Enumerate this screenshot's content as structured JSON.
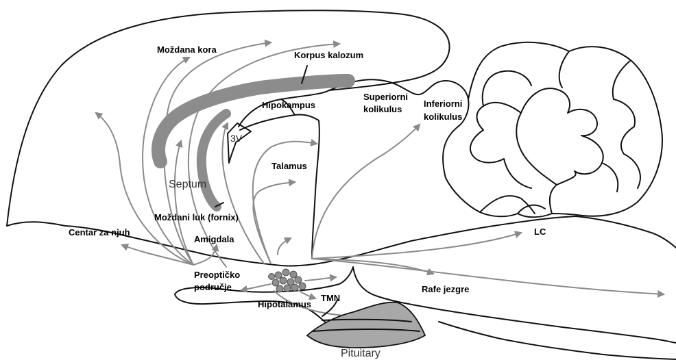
{
  "colors": {
    "outline": "#111111",
    "projection": "#8a8a8a",
    "tract": "#8c8c8c",
    "cell": "#8f8f8f",
    "pituitary": "#a8a8a8"
  },
  "labels": {
    "mozdana_kora": "Moždana kora",
    "korpus_kalozum": "Korpus kalozum",
    "hipokampus": "Hipokampus",
    "superiorni_1": "Superiorni",
    "superiorni_2": "kolikulus",
    "inferiorni_1": "Inferiorni",
    "inferiorni_2": "kolikulus",
    "treca_komora": "3V",
    "talamus": "Talamus",
    "septum": "Septum",
    "mozdani_luk": "Moždani luk (fornix)",
    "centar_za_njuh": "Centar za njuh",
    "amigdala": "Amigdala",
    "lc": "LC",
    "preopticko_1": "Preoptičko",
    "preopticko_2": "područje",
    "hipotalamus": "Hipotalamus",
    "tmn": "TMN",
    "rafe_jezgre": "Rafe jezgre",
    "pituitary": "Pituitary"
  }
}
